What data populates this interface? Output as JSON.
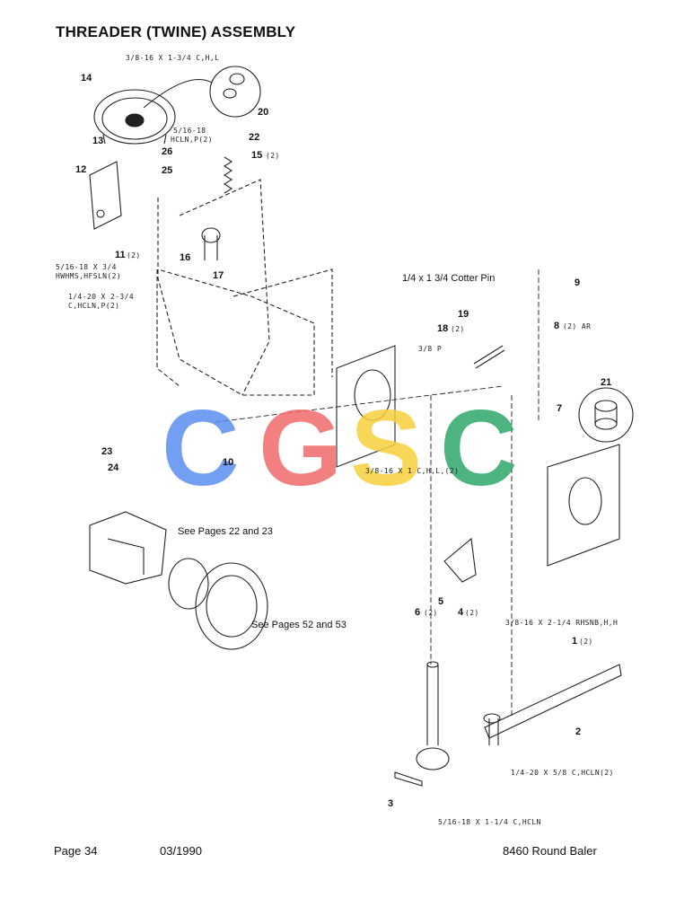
{
  "title": "THREADER (TWINE) ASSEMBLY",
  "footer": {
    "page": "Page 34",
    "date": "03/1990",
    "model": "8460 Round Baler"
  },
  "watermark": {
    "letters": [
      "C",
      "G",
      "S",
      "C"
    ],
    "colors": [
      "#5b8ff0",
      "#f26b6b",
      "#f7cf3a",
      "#2fa86a"
    ]
  },
  "callouts": {
    "c1": "1",
    "c1q": "(2)",
    "c2": "2",
    "c3": "3",
    "c4": "4",
    "c4q": "(2)",
    "c5": "5",
    "c6": "6",
    "c6q": "(2)",
    "c7": "7",
    "c8": "8",
    "c8q": "(2) AR",
    "c9": "9",
    "c10": "10",
    "c11": "11",
    "c11q": "(2)",
    "c12": "12",
    "c13": "13",
    "c14": "14",
    "c15": "15",
    "c15q": "(2)",
    "c16": "16",
    "c17": "17",
    "c18": "18",
    "c18q": "(2)",
    "c19": "19",
    "c20": "20",
    "c21": "21",
    "c22": "22",
    "c23": "23",
    "c24": "24",
    "c25": "25",
    "c26": "26"
  },
  "labels": {
    "bolt_top": "3/8-16 X 1-3/4 C,H,L",
    "hcln_a": "5/16-18",
    "hcln_b": "HCLN,P(2)",
    "hwhms_a": "5/16-18 X 3/4",
    "hwhms_b": "HWHMS,HFSLN(2)",
    "hcln2_a": "1/4-20 X 2-3/4",
    "hcln2_b": "C,HCLN,P(2)",
    "cotter": "1/4 x 1 3/4 Cotter Pin",
    "p38": "3/8 P",
    "bolt_mid": "3/8-16 X 1 C,H,L,(2)",
    "see1": "See Pages 22 and 23",
    "see2": "See Pages 52 and 53",
    "rhsnb": "3/8-16 X 2-1/4 RHSNB,H,H",
    "hcln3": "1/4-20 X 5/8 C,HCLN(2)",
    "hcln4": "5/16-18 X 1-1/4 C,HCLN"
  }
}
